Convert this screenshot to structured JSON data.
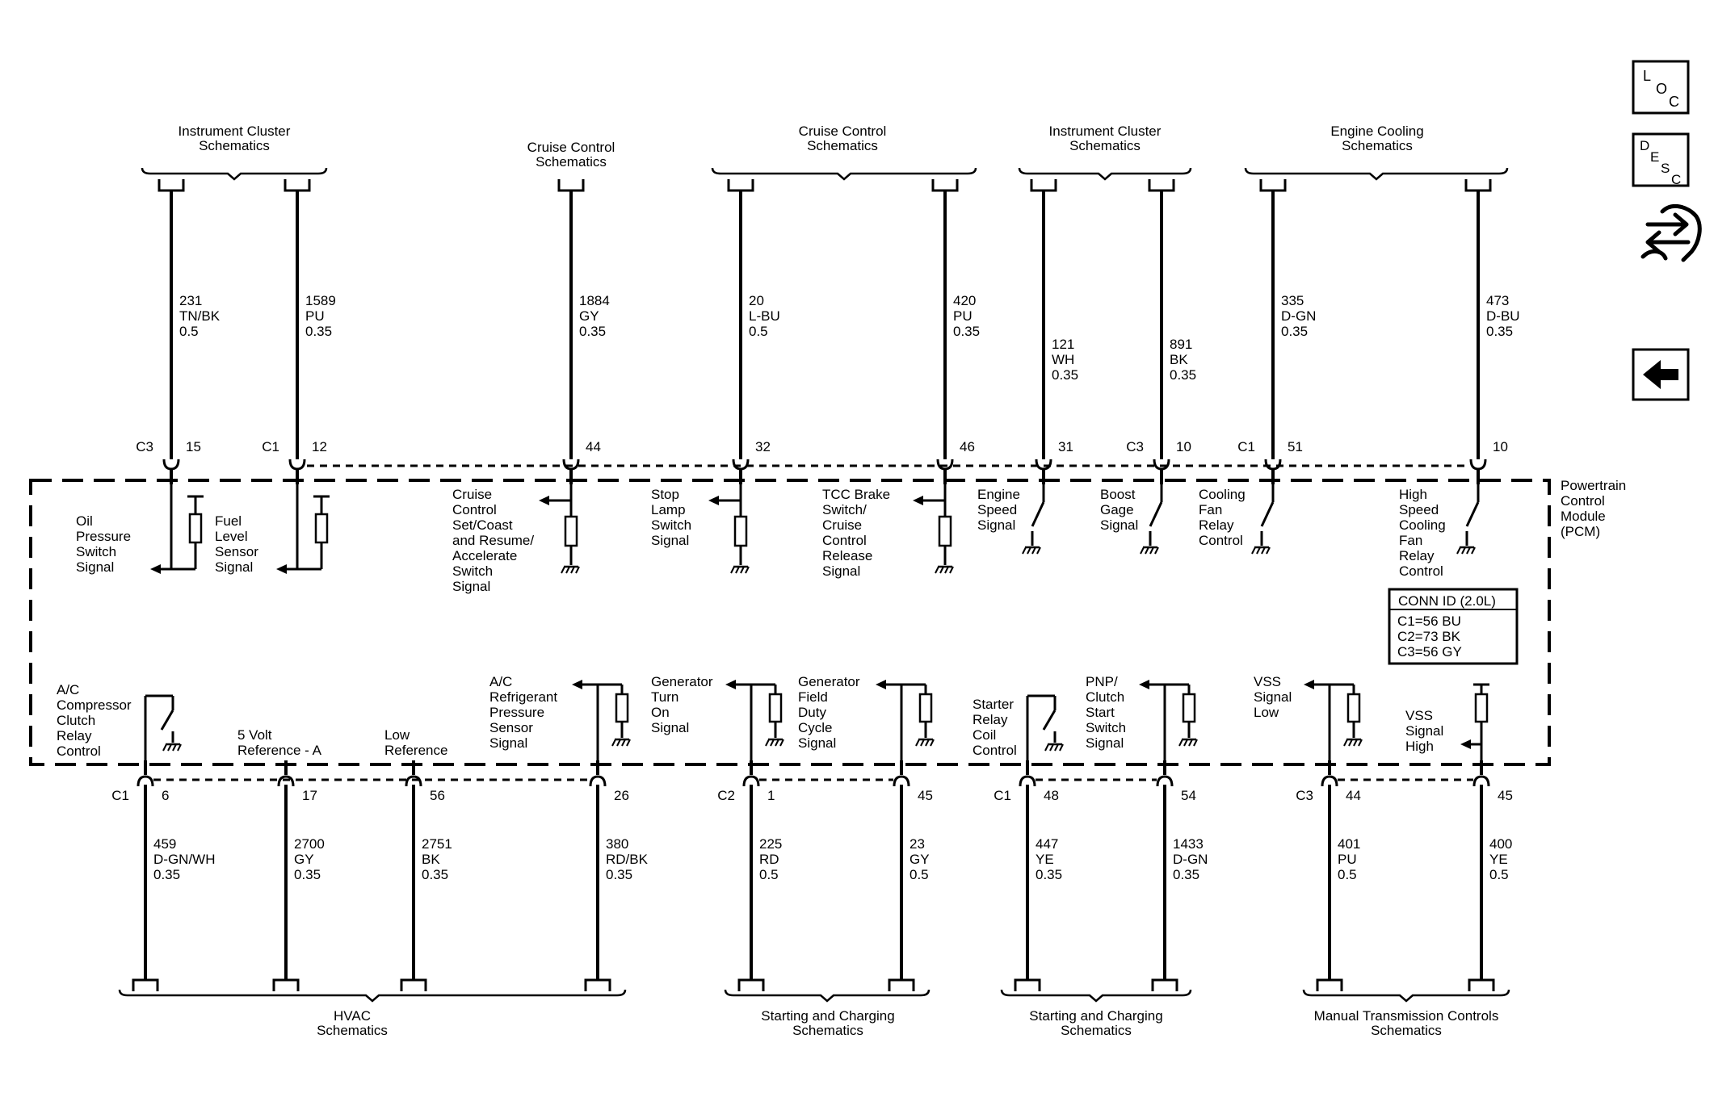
{
  "pcm_label": [
    "Powertrain",
    "Control",
    "Module",
    "(PCM)"
  ],
  "conn_id": {
    "title": "CONN ID (2.0L)",
    "lines": [
      "C1=56 BU",
      "C2=73 BK",
      "C3=56 GY"
    ]
  },
  "side_buttons": {
    "loc": [
      "L",
      "O",
      "C"
    ],
    "desc": [
      "D",
      "E",
      "S",
      "C"
    ],
    "swap_icon": "swap-arrows-icon",
    "back_icon": "back-arrow-icon"
  },
  "top_groups": [
    {
      "id": "tg1",
      "title": [
        "Instrument Cluster",
        "Schematics"
      ]
    },
    {
      "id": "tg2",
      "title": [
        "Cruise Control",
        "Schematics"
      ]
    },
    {
      "id": "tg3",
      "title": [
        "Cruise Control",
        "Schematics"
      ]
    },
    {
      "id": "tg4",
      "title": [
        "Instrument Cluster",
        "Schematics"
      ]
    },
    {
      "id": "tg5",
      "title": [
        "Engine Cooling",
        "Schematics"
      ]
    }
  ],
  "top_wires": [
    {
      "conn": "C3",
      "pin": "15",
      "circuit": "231",
      "color": "TN/BK",
      "gauge": "0.5",
      "func": [
        "Oil",
        "Pressure",
        "Switch",
        "Signal"
      ]
    },
    {
      "conn": "C1",
      "pin": "12",
      "circuit": "1589",
      "color": "PU",
      "gauge": "0.35",
      "func": [
        "Fuel",
        "Level",
        "Sensor",
        "Signal"
      ]
    },
    {
      "conn": "",
      "pin": "44",
      "circuit": "1884",
      "color": "GY",
      "gauge": "0.35",
      "func": [
        "Cruise",
        "Control",
        "Set/Coast",
        "and Resume/",
        "Accelerate",
        "Switch",
        "Signal"
      ]
    },
    {
      "conn": "",
      "pin": "32",
      "circuit": "20",
      "color": "L-BU",
      "gauge": "0.5",
      "func": [
        "Stop",
        "Lamp",
        "Switch",
        "Signal"
      ]
    },
    {
      "conn": "",
      "pin": "46",
      "circuit": "420",
      "color": "PU",
      "gauge": "0.35",
      "func": [
        "TCC Brake",
        "Switch/",
        "Cruise",
        "Control",
        "Release",
        "Signal"
      ]
    },
    {
      "conn": "",
      "pin": "31",
      "circuit": "121",
      "color": "WH",
      "gauge": "0.35",
      "func": [
        "Engine",
        "Speed",
        "Signal"
      ]
    },
    {
      "conn": "C3",
      "pin": "10",
      "circuit": "891",
      "color": "BK",
      "gauge": "0.35",
      "func": [
        "Boost",
        "Gage",
        "Signal"
      ]
    },
    {
      "conn": "C1",
      "pin": "51",
      "circuit": "335",
      "color": "D-GN",
      "gauge": "0.35",
      "func": [
        "Cooling",
        "Fan",
        "Relay",
        "Control"
      ]
    },
    {
      "conn": "",
      "pin": "10",
      "circuit": "473",
      "color": "D-BU",
      "gauge": "0.35",
      "func": [
        "High",
        "Speed",
        "Cooling",
        "Fan",
        "Relay",
        "Control"
      ]
    }
  ],
  "bottom_groups": [
    {
      "id": "bg1",
      "title": [
        "HVAC",
        "Schematics"
      ]
    },
    {
      "id": "bg2",
      "title": [
        "Starting and Charging",
        "Schematics"
      ]
    },
    {
      "id": "bg3",
      "title": [
        "Starting and Charging",
        "Schematics"
      ]
    },
    {
      "id": "bg4",
      "title": [
        "Manual Transmission Controls",
        "Schematics"
      ]
    }
  ],
  "bottom_wires": [
    {
      "conn": "C1",
      "pin": "6",
      "circuit": "459",
      "color": "D-GN/WH",
      "gauge": "0.35",
      "func": [
        "A/C",
        "Compressor",
        "Clutch",
        "Relay",
        "Control"
      ]
    },
    {
      "conn": "",
      "pin": "17",
      "circuit": "2700",
      "color": "GY",
      "gauge": "0.35",
      "func": [
        "5 Volt",
        "Reference - A"
      ]
    },
    {
      "conn": "",
      "pin": "56",
      "circuit": "2751",
      "color": "BK",
      "gauge": "0.35",
      "func": [
        "Low",
        "Reference"
      ]
    },
    {
      "conn": "",
      "pin": "26",
      "circuit": "380",
      "color": "RD/BK",
      "gauge": "0.35",
      "func": [
        "A/C",
        "Refrigerant",
        "Pressure",
        "Sensor",
        "Signal"
      ]
    },
    {
      "conn": "C2",
      "pin": "1",
      "circuit": "225",
      "color": "RD",
      "gauge": "0.5",
      "func": [
        "Generator",
        "Turn",
        "On",
        "Signal"
      ]
    },
    {
      "conn": "",
      "pin": "45",
      "circuit": "23",
      "color": "GY",
      "gauge": "0.5",
      "func": [
        "Generator",
        "Field",
        "Duty",
        "Cycle",
        "Signal"
      ]
    },
    {
      "conn": "C1",
      "pin": "48",
      "circuit": "447",
      "color": "YE",
      "gauge": "0.35",
      "func": [
        "Starter",
        "Relay",
        "Coil",
        "Control"
      ]
    },
    {
      "conn": "",
      "pin": "54",
      "circuit": "1433",
      "color": "D-GN",
      "gauge": "0.35",
      "func": [
        "PNP/",
        "Clutch",
        "Start",
        "Switch",
        "Signal"
      ]
    },
    {
      "conn": "C3",
      "pin": "44",
      "circuit": "401",
      "color": "PU",
      "gauge": "0.5",
      "func": [
        "VSS",
        "Signal",
        "Low"
      ]
    },
    {
      "conn": "",
      "pin": "45",
      "circuit": "400",
      "color": "YE",
      "gauge": "0.5",
      "func": [
        "VSS",
        "Signal",
        "High"
      ]
    }
  ]
}
